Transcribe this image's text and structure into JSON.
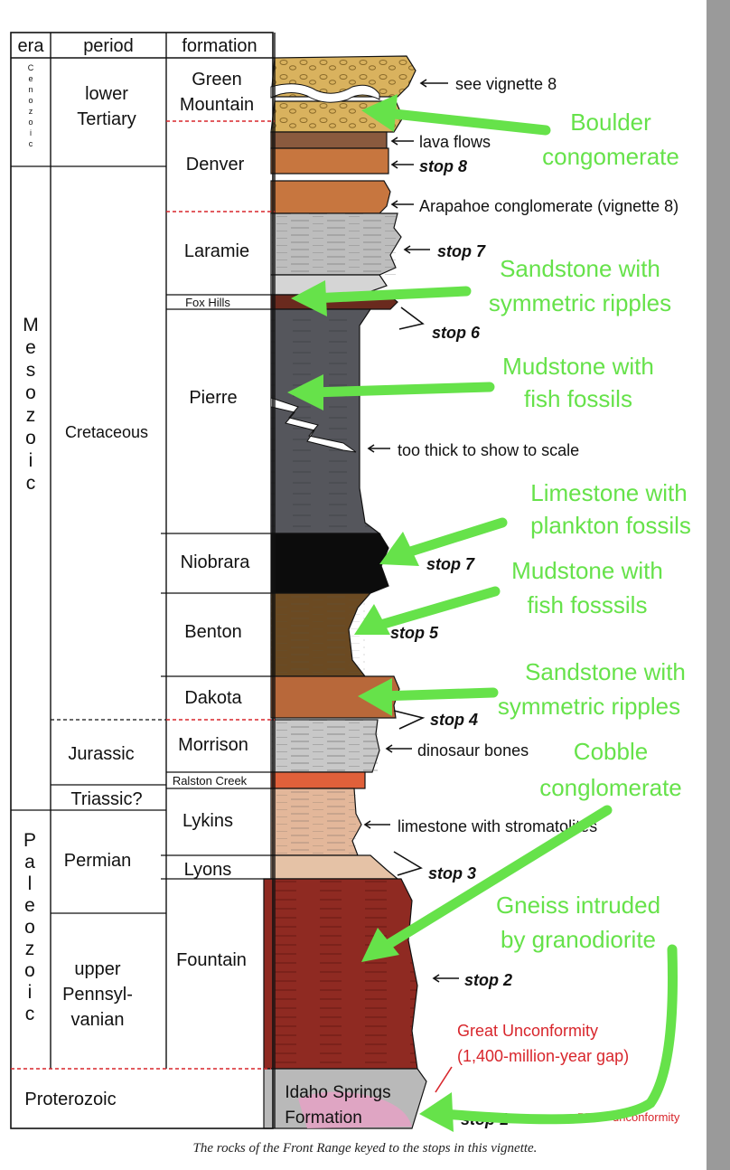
{
  "headers": {
    "era": "era",
    "period": "period",
    "formation": "formation"
  },
  "eras": {
    "cenozoic": "Cenozoic",
    "mesozoic": "Mesozoic",
    "paleozoic": "Paleozoic",
    "proterozoic": "Proterozoic"
  },
  "periods": {
    "lower_tertiary_1": "lower",
    "lower_tertiary_2": "Tertiary",
    "cretaceous": "Cretaceous",
    "jurassic": "Jurassic",
    "triassic": "Triassic?",
    "permian": "Permian",
    "penn_1": "upper",
    "penn_2": "Pennsyl-",
    "penn_3": "vanian"
  },
  "formations": {
    "green_mountain_1": "Green",
    "green_mountain_2": "Mountain",
    "denver": "Denver",
    "laramie": "Laramie",
    "fox_hills": "Fox Hills",
    "pierre": "Pierre",
    "niobrara": "Niobrara",
    "benton": "Benton",
    "dakota": "Dakota",
    "morrison": "Morrison",
    "ralston_creek": "Ralston Creek",
    "lykins": "Lykins",
    "lyons": "Lyons",
    "fountain": "Fountain",
    "idaho_springs_1": "Idaho Springs",
    "idaho_springs_2": "Formation"
  },
  "annotations": {
    "see_vignette": "see vignette 8",
    "lava_flows": "lava flows",
    "stop8": "stop 8",
    "arapahoe": "Arapahoe conglomerate (vignette 8)",
    "stop7a": "stop 7",
    "stop6": "stop 6",
    "too_thick": "too thick to show to scale",
    "stop7b": "stop 7",
    "stop5": "stop 5",
    "stop4": "stop 4",
    "dinosaur": "dinosaur bones",
    "limestone_strom": "limestone with stromatolites",
    "stop3": "stop 3",
    "stop2": "stop 2",
    "great_unconf_1": "Great Unconformity",
    "great_unconf_2": "(1,400-million-year gap)",
    "stop1": "stop 1",
    "unconformity": "unconformity"
  },
  "overlay_labels": {
    "boulder_1": "Boulder",
    "boulder_2": "congomerate",
    "sandstone1_1": "Sandstone with",
    "sandstone1_2": "symmetric ripples",
    "mudstone1_1": "Mudstone with",
    "mudstone1_2": "fish fossils",
    "limestone_1": "Limestone with",
    "limestone_2": "plankton fossils",
    "mudstone2_1": "Mudstone with",
    "mudstone2_2": "fish fosssils",
    "sandstone2_1": "Sandstone with",
    "sandstone2_2": "symmetric ripples",
    "cobble_1": "Cobble",
    "cobble_2": "conglomerate",
    "gneiss_1": "Gneiss intruded",
    "gneiss_2": "by granodiorite"
  },
  "caption": "The rocks of the Front Range keyed to the stops in this vignette.",
  "colors": {
    "overlay_green": "#66e24a",
    "unconformity_red": "#d8262c",
    "line": "#111111",
    "page_shade": "#9a9a9a"
  }
}
